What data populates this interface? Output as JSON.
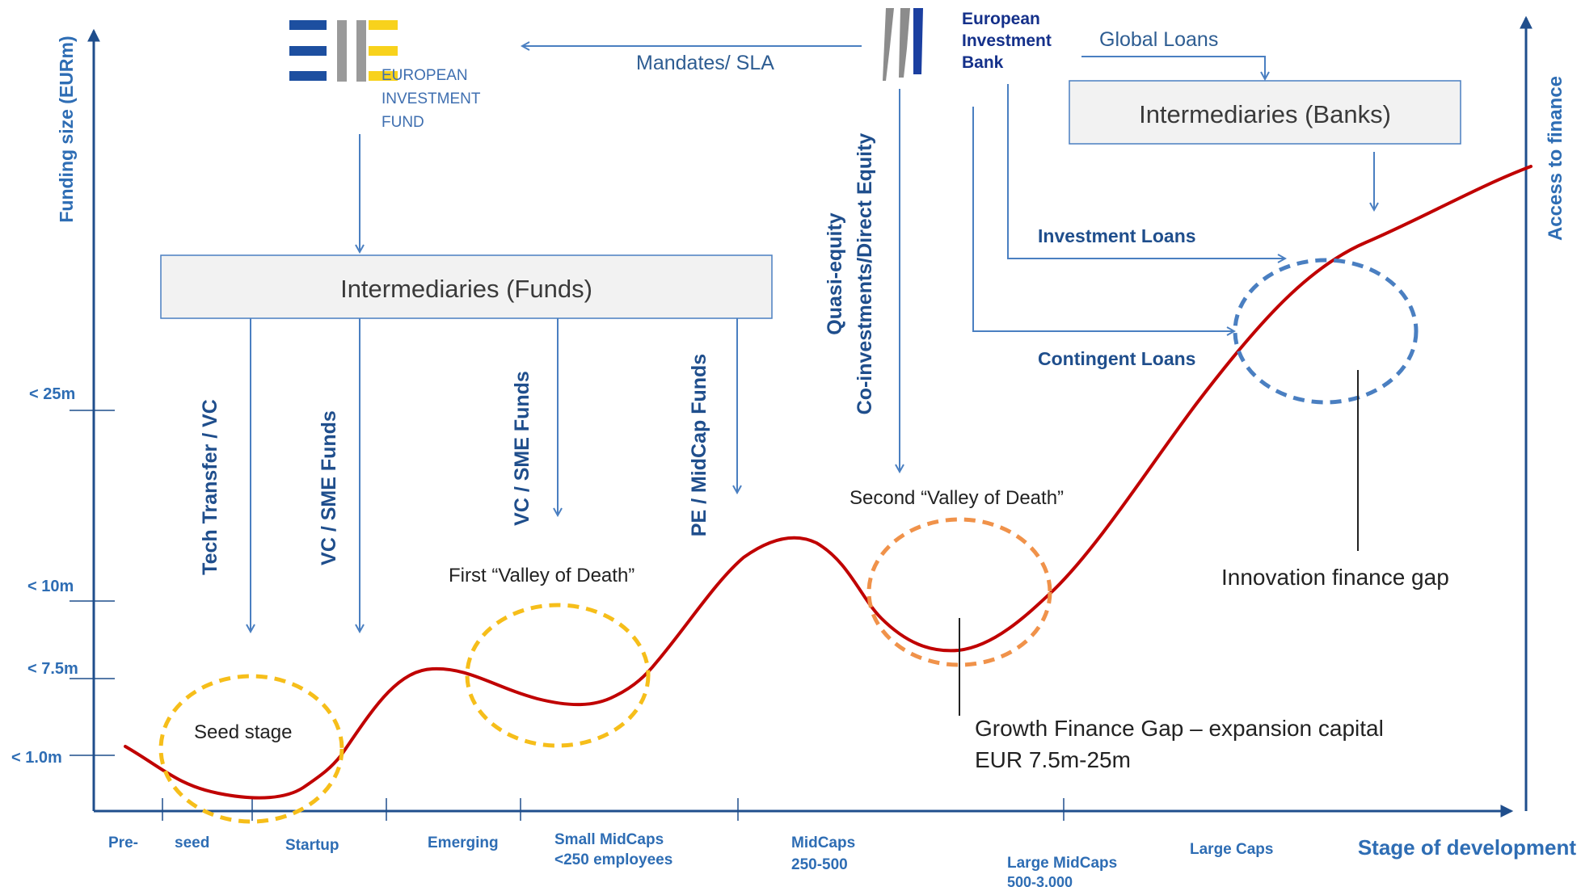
{
  "axes": {
    "y_title": "Funding size (EURm)",
    "x_title": "Stage of development",
    "right_title": "Access to finance"
  },
  "y_ticks": [
    "< 25m",
    "< 10m",
    "< 7.5m",
    "< 1.0m"
  ],
  "stages": {
    "pre": "Pre-",
    "seed": "seed",
    "startup": "Startup",
    "emerging": "Emerging",
    "small_midcaps_1": "Small MidCaps",
    "small_midcaps_2": "<250 employees",
    "midcaps_1": "MidCaps",
    "midcaps_2": "250-500",
    "large_midcaps_1": "Large MidCaps",
    "large_midcaps_2": "500-3,000",
    "large_caps": "Large Caps"
  },
  "eif": {
    "line1": "EUROPEAN",
    "line2": "INVESTMENT",
    "line3": "FUND"
  },
  "eib": {
    "line1": "European",
    "line2": "Investment",
    "line3": "Bank"
  },
  "flows": {
    "mandates": "Mandates/ SLA",
    "global_loans": "Global Loans",
    "investment_loans": "Investment Loans",
    "contingent_loans": "Contingent Loans"
  },
  "boxes": {
    "funds": "Intermediaries (Funds)",
    "banks": "Intermediaries (Banks)"
  },
  "vertical_labels": {
    "tech_transfer": "Tech Transfer / VC",
    "vc_sme_1": "VC / SME Funds",
    "vc_sme_2": "VC / SME Funds",
    "pe_midcap": "PE / MidCap Funds",
    "quasi_1": "Quasi-equity",
    "quasi_2": "Co-investments/Direct Equity"
  },
  "annotations": {
    "seed_stage": "Seed stage",
    "first_valley": "First “Valley of Death”",
    "second_valley": "Second “Valley of Death”",
    "innovation_gap": "Innovation finance gap",
    "growth_gap_1": "Growth Finance Gap – expansion capital",
    "growth_gap_2": "EUR 7.5m-25m"
  },
  "colors": {
    "axis_blue": "#1f4e8c",
    "arrow_blue": "#4a7fc1",
    "curve_red": "#c00000",
    "valley_yellow": "#f6be1a",
    "valley_orange": "#f0924a",
    "gap_blue": "#4a7fc1",
    "box_fill": "#f2f2f2",
    "eif_blue": "#1d4fa0",
    "eif_yellow": "#f8d21c",
    "eif_grey": "#9a9a9a"
  }
}
